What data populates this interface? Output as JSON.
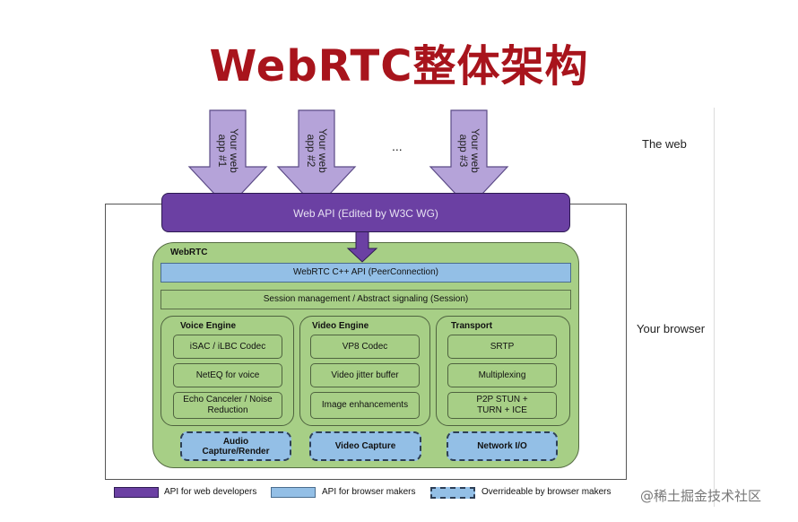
{
  "title": "WebRTC整体架构",
  "labels": {
    "the_web": "The web",
    "your_browser": "Your browser",
    "ellipsis": "..."
  },
  "apps": [
    {
      "line1": "Your web",
      "line2": "app #1"
    },
    {
      "line1": "Your web",
      "line2": "app #2"
    },
    {
      "line1": "Your web",
      "line2": "app #3"
    }
  ],
  "web_api": "Web API (Edited by W3C WG)",
  "webrtc": {
    "label": "WebRTC",
    "cpp_api": "WebRTC C++ API (PeerConnection)",
    "session": "Session management / Abstract signaling (Session)",
    "voice": {
      "title": "Voice Engine",
      "items": [
        "iSAC / iLBC Codec",
        "NetEQ for voice",
        "Echo Canceler / Noise Reduction"
      ],
      "capture": "Audio Capture/Render"
    },
    "video": {
      "title": "Video Engine",
      "items": [
        "VP8 Codec",
        "Video jitter buffer",
        "Image enhancements"
      ],
      "capture": "Video Capture"
    },
    "transport": {
      "title": "Transport",
      "items": [
        "SRTP",
        "Multiplexing",
        "P2P STUN + TURN + ICE"
      ],
      "capture": "Network I/O"
    }
  },
  "legend": [
    {
      "label": "API for web developers",
      "color": "#6b40a3"
    },
    {
      "label": "API for browser makers",
      "color": "#93bfe6"
    },
    {
      "label": "Overrideable by browser makers",
      "color": "#93bfe6"
    }
  ],
  "watermark": "@稀土掘金技术社区",
  "colors": {
    "title": "#a8141c",
    "web_api": "#6b40a3",
    "arrow": "#b5a3d9",
    "webrtc_green": "#a7cf86",
    "browser_api_blue": "#93bfe6"
  }
}
